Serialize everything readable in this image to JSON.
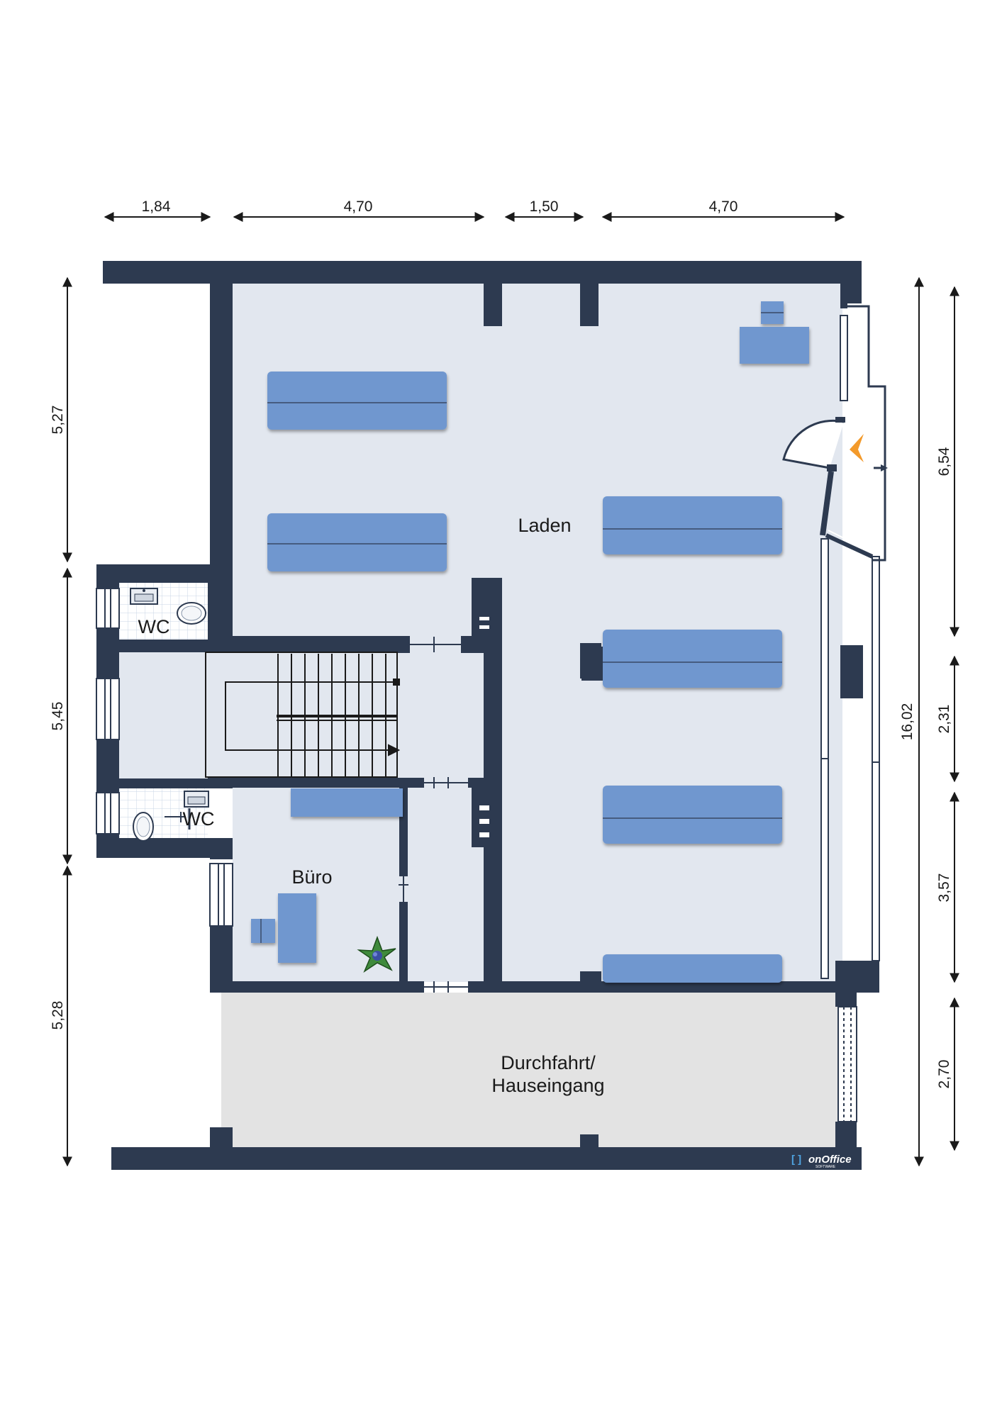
{
  "dimensions": {
    "top": [
      "1,84",
      "4,70",
      "1,50",
      "4,70"
    ],
    "left": [
      "5,27",
      "5,45",
      "5,28"
    ],
    "right_total": "16,02",
    "right": [
      "6,54",
      "2,31",
      "3,57",
      "2,70"
    ]
  },
  "rooms": {
    "laden": "Laden",
    "wc_upper": "WC",
    "wc_lower": "WC",
    "buero": "Büro",
    "durchfahrt_line1": "Durchfahrt/",
    "durchfahrt_line2": "Hauseingang"
  },
  "logo": {
    "name": "onOffice",
    "sub": "SOFTWARE"
  },
  "colors": {
    "wall": "#2d3a50",
    "floor": "#e2e7ef",
    "passage": "#e3e3e3",
    "furniture": "#6f97cf",
    "accent": "#f39a2b"
  }
}
